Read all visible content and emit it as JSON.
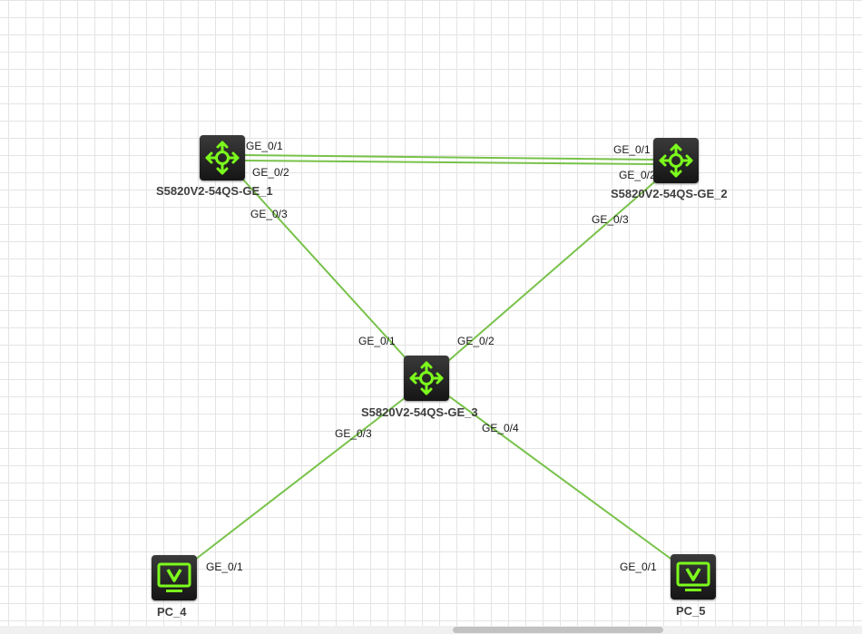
{
  "devices": {
    "sw1": {
      "label": "S5820V2-54QS-GE_1",
      "icon": "switch-icon"
    },
    "sw2": {
      "label": "S5820V2-54QS-GE_2",
      "icon": "switch-icon"
    },
    "sw3": {
      "label": "S5820V2-54QS-GE_3",
      "icon": "switch-icon"
    },
    "pc4": {
      "label": "PC_4",
      "icon": "pc-icon"
    },
    "pc5": {
      "label": "PC_5",
      "icon": "pc-icon"
    }
  },
  "ports": {
    "sw1_ge01": "GE_0/1",
    "sw1_ge02": "GE_0/2",
    "sw1_ge03": "GE_0/3",
    "sw2_ge01": "GE_0/1",
    "sw2_ge02": "GE_0/2",
    "sw2_ge03": "GE_0/3",
    "sw3_ge01": "GE_0/1",
    "sw3_ge02": "GE_0/2",
    "sw3_ge03": "GE_0/3",
    "sw3_ge04": "GE_0/4",
    "pc4_ge01": "GE_0/1",
    "pc5_ge01": "GE_0/1"
  },
  "colors": {
    "link": "#78c24a",
    "icon_accent": "#7cfc1c",
    "device_body": "#1f1f1f",
    "grid": "#e4e4e4"
  }
}
